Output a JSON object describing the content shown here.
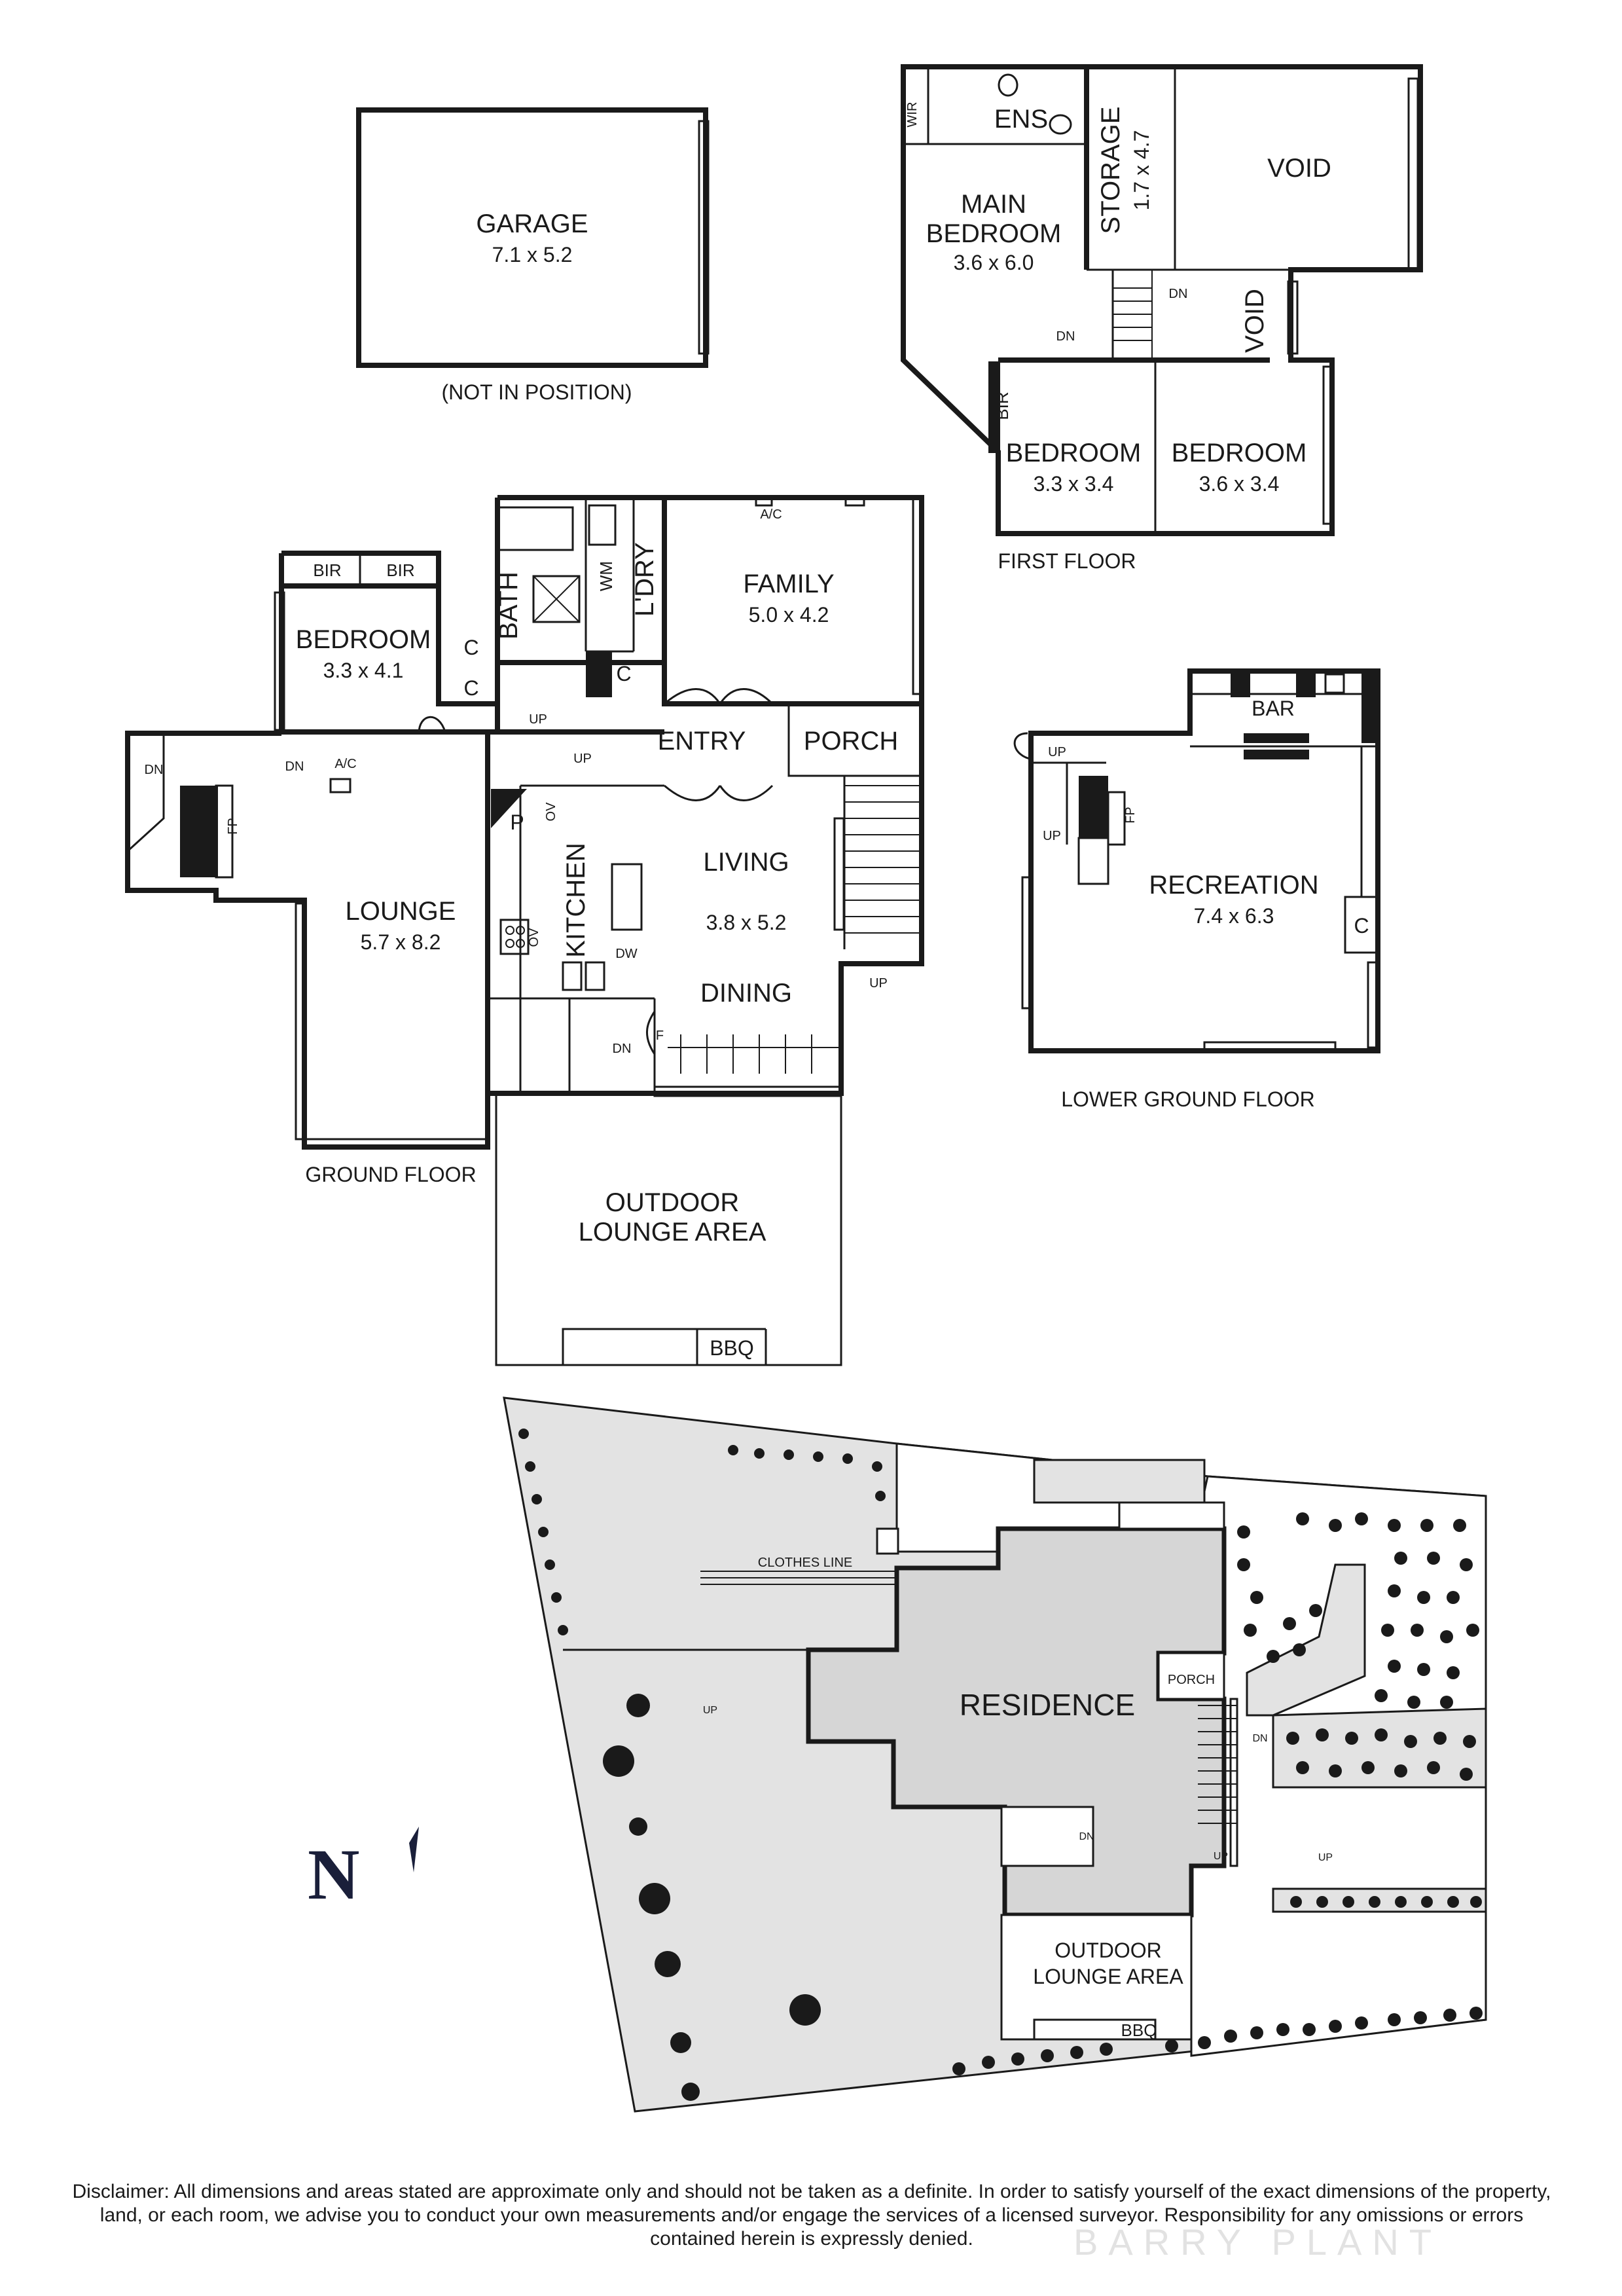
{
  "garage": {
    "name": "GARAGE",
    "size": "7.1 x 5.2",
    "note": "(NOT IN POSITION)"
  },
  "first_floor": {
    "title": "FIRST FLOOR",
    "wir": "WIR",
    "ens": "ENS",
    "storage": "STORAGE",
    "storage_size": "1.7 x 4.7",
    "void_1": "VOID",
    "void_2": "VOID",
    "main_bedroom": "MAIN",
    "main_bedroom_2": "BEDROOM",
    "main_bedroom_size": "3.6 x 6.0",
    "dn_1": "DN",
    "dn_2": "DN",
    "bir": "BIR",
    "bedroom_a": "BEDROOM",
    "bedroom_a_size": "3.3 x 3.4",
    "bedroom_b": "BEDROOM",
    "bedroom_b_size": "3.6 x 3.4"
  },
  "ground_floor": {
    "title": "GROUND FLOOR",
    "bir_1": "BIR",
    "bir_2": "BIR",
    "bedroom": "BEDROOM",
    "bedroom_size": "3.3 x 4.1",
    "bath": "BATH",
    "wm": "WM",
    "ldry": "L'DRY",
    "c_1": "C",
    "c_2": "C",
    "c_3": "C",
    "ac_1": "A/C",
    "ac_2": "A/C",
    "family": "FAMILY",
    "family_size": "5.0 x 4.2",
    "entry": "ENTRY",
    "porch": "PORCH",
    "up_1": "UP",
    "up_2": "UP",
    "up_3": "UP",
    "dn_1": "DN",
    "dn_2": "DN",
    "dn_3": "DN",
    "fp": "FP",
    "p": "P",
    "ov_1": "OV",
    "ov_2": "OV",
    "kitchen": "KITCHEN",
    "dw": "DW",
    "f": "F",
    "living": "LIVING",
    "living_size": "3.8 x 5.2",
    "dining": "DINING",
    "lounge": "LOUNGE",
    "lounge_size": "5.7 x 8.2",
    "outdoor_1": "OUTDOOR",
    "outdoor_2": "LOUNGE AREA",
    "bbq": "BBQ"
  },
  "lower_ground_floor": {
    "title": "LOWER GROUND FLOOR",
    "bar": "BAR",
    "up_1": "UP",
    "up_2": "UP",
    "fp": "FP",
    "recreation": "RECREATION",
    "recreation_size": "7.4 x 6.3",
    "c": "C"
  },
  "site_plan": {
    "clothes_line": "CLOTHES LINE",
    "residence": "RESIDENCE",
    "porch": "PORCH",
    "up_1": "UP",
    "up_2": "UP",
    "up_3": "UP",
    "dn_1": "DN",
    "dn_2": "DN",
    "outdoor_1": "OUTDOOR",
    "outdoor_2": "LOUNGE AREA",
    "bbq": "BBQ"
  },
  "compass": "N",
  "watermark": "BARRY PLANT",
  "disclaimer": "Disclaimer: All dimensions and areas stated are approximate only and should not be taken as a definite. In order to satisfy yourself of the exact dimensions of the property, land, or each room, we advise you to conduct your own measurements and/or engage the services of a licensed surveyor. Responsibility for any omissions or errors contained herein is expressly denied."
}
